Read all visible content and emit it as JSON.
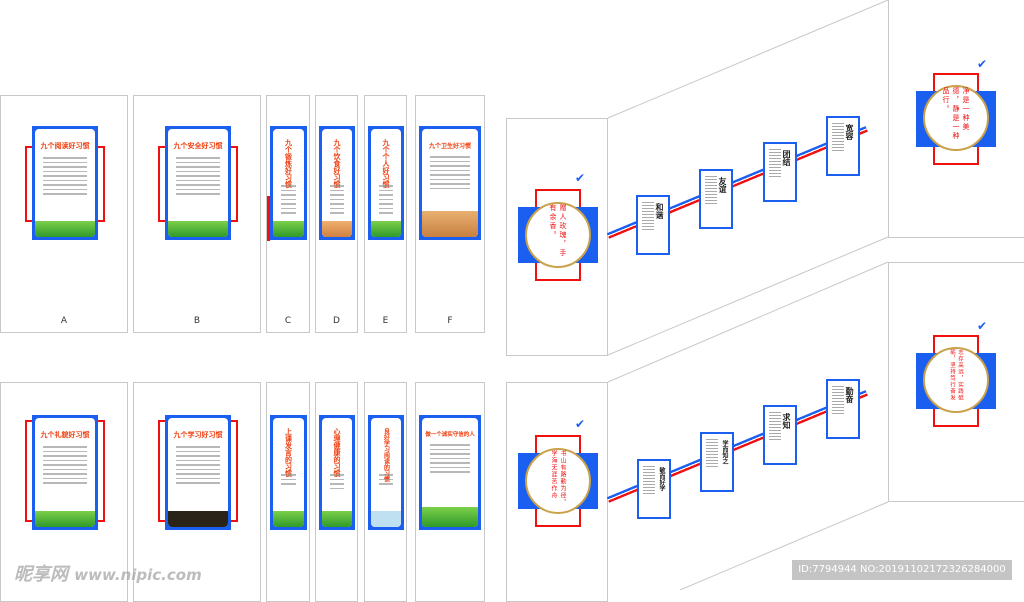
{
  "labels": [
    "A",
    "B",
    "C",
    "D",
    "E",
    "F"
  ],
  "top_posters": [
    "九个阅读好习惯",
    "九个安全好习惯",
    "九个锻炼好习惯",
    "九个饮食好习惯",
    "九个个人好习惯",
    "九个卫生好习惯"
  ],
  "bottom_posters": [
    "九个礼貌好习惯",
    "九个学习好习惯",
    "上课发言的习惯",
    "心理健康的习惯",
    "良好学习阅读的习惯",
    "做一个诚实守信的人"
  ],
  "stair_top": {
    "circle_left": "赠人玫瑰，手有余香。",
    "circle_right": "净是一种美德，静是一种品行。",
    "frames": [
      "和谐",
      "友谊",
      "团结",
      "宽容"
    ]
  },
  "stair_bottom": {
    "circle_left": "书山有路勤为径，学海无涯苦作舟",
    "circle_right": "志存高远，实践砥砺，坚持笃行奋发",
    "frames": [
      "敏而好学",
      "学而知之",
      "求知",
      "勤奋"
    ]
  },
  "watermark": {
    "logo": "昵享网",
    "url": "www.nipic.com"
  },
  "id_label": "ID:7794944 NO:20191102172326284000",
  "colors": {
    "blue": "#1a5ff0",
    "red": "#f01010"
  }
}
